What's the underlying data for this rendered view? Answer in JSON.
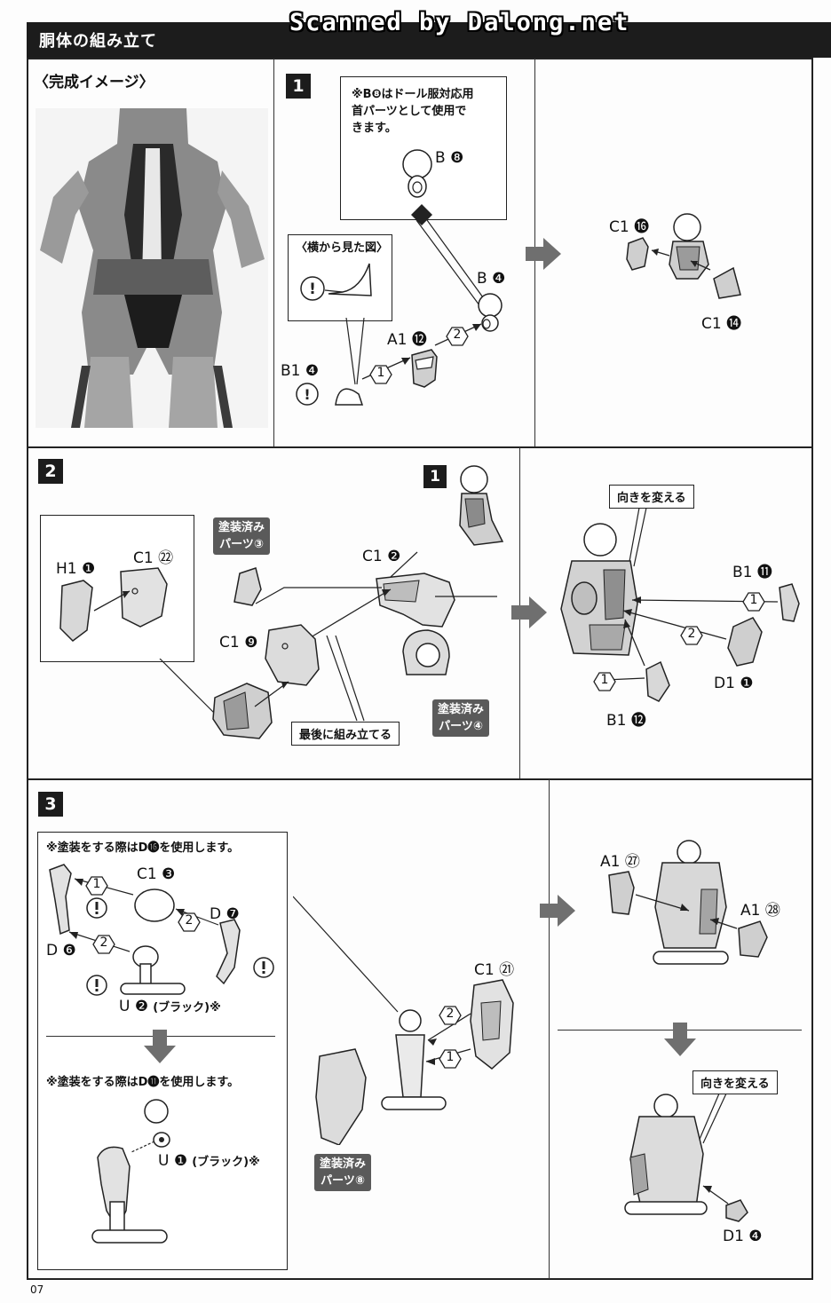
{
  "header": {
    "title": "胴体の組み立て",
    "watermark": "Scanned by Dalong.net"
  },
  "completed_image": {
    "label": "〈完成イメージ〉"
  },
  "step1": {
    "number": "1",
    "note": [
      "※B❽はドール服対応用",
      "首パーツとして使用で",
      "きます。"
    ],
    "side_view_label": "〈横から見た図〉",
    "parts": {
      "b8": "B ❽",
      "b4": "B ❹",
      "a1_12": "A1 ⓬",
      "b1_4": "B1 ❹",
      "c1_16": "C1 ⓰",
      "c1_14": "C1 ⓮"
    },
    "order": {
      "one": "1",
      "two": "2"
    }
  },
  "step2": {
    "number": "2",
    "sub_number": "1",
    "parts": {
      "h1_1": "H1 ❶",
      "c1_22": "C1 ㉒",
      "c1_2": "C1 ❷",
      "c1_9": "C1 ❾",
      "b1_11": "B1 ⓫",
      "d1_1": "D1 ❶",
      "b1_12": "B1 ⓬"
    },
    "painted_3": [
      "塗装済み",
      "パーツ③"
    ],
    "painted_4": [
      "塗装済み",
      "パーツ④"
    ],
    "assemble_last": "最後に組み立てる",
    "turn_around": "向きを変える",
    "order": {
      "one": "1",
      "two": "2"
    }
  },
  "step3": {
    "number": "3",
    "note_d16": "※塗装をする際はD⓰を使用します。",
    "note_d11": "※塗装をする際はD⓫を使用します。",
    "parts": {
      "c1_3": "C1 ❸",
      "d7": "D ❼",
      "d6": "D ❻",
      "u2": "U ❷",
      "u2_color": "(ブラック)※",
      "u1": "U ❶",
      "u1_color": "(ブラック)※",
      "c1_21": "C1 ㉑",
      "a1_27": "A1 ㉗",
      "a1_28": "A1 ㉘",
      "d1_4": "D1 ❹"
    },
    "painted_8": [
      "塗装済み",
      "パーツ⑧"
    ],
    "turn_around": "向きを変える",
    "order": {
      "one": "1",
      "two": "2"
    }
  },
  "page_number": "07"
}
